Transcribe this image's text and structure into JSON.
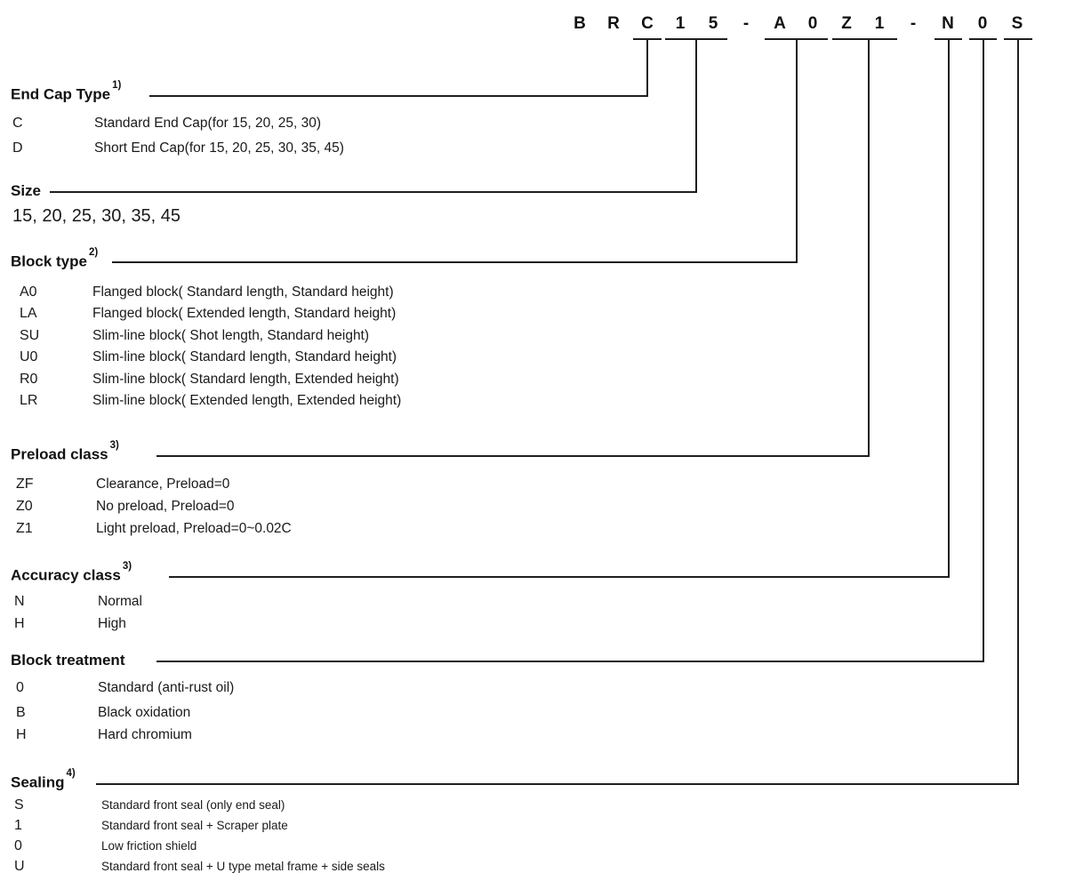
{
  "code": {
    "value": "BRC15-A0Z1-N0S",
    "chars": [
      "B",
      "R",
      "C",
      "1",
      "5",
      "-",
      "A",
      "0",
      "Z",
      "1",
      "-",
      "N",
      "0",
      "S"
    ]
  },
  "sections": [
    {
      "title": "End Cap Type",
      "sup": "1)",
      "entries": [
        {
          "code": "C",
          "desc": "Standard End Cap(for 15, 20, 25, 30)"
        },
        {
          "code": "D",
          "desc": "Short End Cap(for 15, 20, 25, 30, 35, 45)"
        }
      ]
    },
    {
      "title": "Size",
      "sup": "",
      "values": "15, 20, 25, 30, 35, 45"
    },
    {
      "title": "Block type",
      "sup": "2)",
      "entries": [
        {
          "code": "A0",
          "desc": "Flanged block( Standard length, Standard height)"
        },
        {
          "code": "LA",
          "desc": "Flanged block( Extended length, Standard height)"
        },
        {
          "code": "SU",
          "desc": "Slim-line block( Shot length, Standard height)"
        },
        {
          "code": "U0",
          "desc": "Slim-line block( Standard length, Standard height)"
        },
        {
          "code": "R0",
          "desc": "Slim-line block( Standard length, Extended height)"
        },
        {
          "code": "LR",
          "desc": "Slim-line block( Extended length, Extended height)"
        }
      ]
    },
    {
      "title": "Preload class",
      "sup": "3)",
      "entries": [
        {
          "code": "ZF",
          "desc": "Clearance, Preload=0"
        },
        {
          "code": "Z0",
          "desc": "No preload, Preload=0"
        },
        {
          "code": "Z1",
          "desc": "Light preload, Preload=0~0.02C"
        }
      ]
    },
    {
      "title": "Accuracy class",
      "sup": "3)",
      "entries": [
        {
          "code": "N",
          "desc": "Normal"
        },
        {
          "code": "H",
          "desc": "High"
        }
      ]
    },
    {
      "title": "Block treatment",
      "sup": "",
      "entries": [
        {
          "code": "0",
          "desc": "Standard (anti-rust oil)"
        },
        {
          "code": "B",
          "desc": "Black oxidation"
        },
        {
          "code": "H",
          "desc": "Hard chromium"
        }
      ]
    },
    {
      "title": "Sealing",
      "sup": "4)",
      "entries": [
        {
          "code": "S",
          "desc": "Standard front seal (only end seal)"
        },
        {
          "code": "1",
          "desc": "Standard front seal + Scraper plate"
        },
        {
          "code": "0",
          "desc": "Low friction shield"
        },
        {
          "code": "U",
          "desc": "Standard front seal + U type metal frame + side seals"
        }
      ]
    }
  ],
  "colors": {
    "ink": "#1a1a1a",
    "line": "#1f1f1f",
    "background": "#ffffff"
  }
}
